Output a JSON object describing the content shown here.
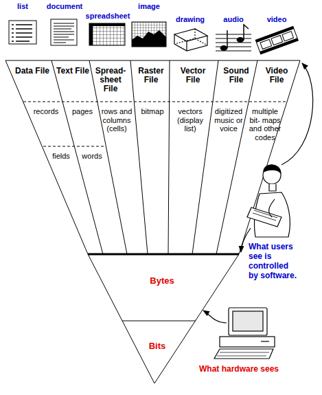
{
  "diagram": {
    "labels": [
      "list",
      "document",
      "spreadsheet",
      "image",
      "drawing",
      "audio",
      "video",
      "Data File",
      "Text File",
      "Spread- sheet File",
      "Raster File",
      "Vector File",
      "Sound File",
      "Video File",
      "records",
      "pages",
      "rows and columns (cells)",
      "bitmap",
      "vectors (display list)",
      "digitized music or voice",
      "multiple bit- maps and other codes",
      "fields",
      "words",
      "Bytes",
      "Bits",
      "What users see is controlled by software.",
      "What hardware sees"
    ]
  }
}
